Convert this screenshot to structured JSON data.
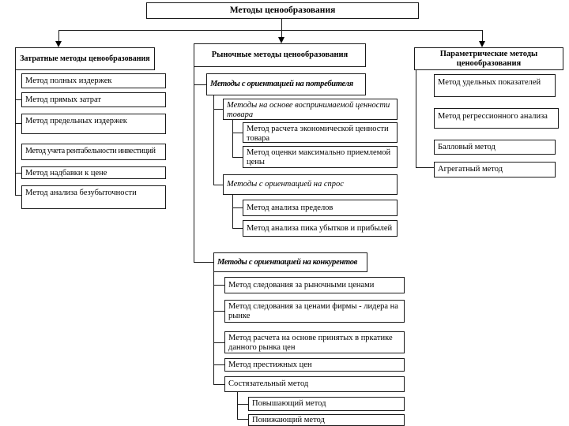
{
  "colors": {
    "border": "#1a1a1a",
    "background": "#ffffff",
    "text": "#000000"
  },
  "root": {
    "label": "Методы ценообразования"
  },
  "cost": {
    "header": "Затратные методы ценообразования",
    "items": [
      "Метод полных издержек",
      "Метод прямых затрат",
      "Метод предельных издержек",
      "Метод учета рентабельности инвестиций",
      "Метод надбавки к цене",
      "Метод анализа безубыточности"
    ]
  },
  "market": {
    "header": "Рыночные методы ценообразования",
    "consumer": {
      "header": "Методы с ориентацией на потребителя",
      "perceived": {
        "header": "Методы на основе воспринимаемой ценности товара",
        "items": [
          "Метод расчета экономической ценности товара",
          "Метод оценки максимально приемлемой цены"
        ]
      },
      "demand": {
        "header": "Методы с ориентацией на спрос",
        "items": [
          "Метод анализа пределов",
          "Метод анализа пика убытков и прибылей"
        ]
      }
    },
    "competitor": {
      "header": "Методы с ориентацией на конкурентов",
      "items": [
        "Метод следования за рыночными ценами",
        "Метод следования за ценами фирмы - лидера на рынке",
        "Метод расчета на основе принятых в пркатике данного рынка цен",
        "Метод престижных цен",
        "Состязательный метод"
      ],
      "tender_items": [
        "Повышающий метод",
        "Понижающий метод"
      ]
    }
  },
  "parametric": {
    "header": "Параметрические методы ценообразования",
    "items": [
      "Метод удельных показателей",
      "Метод регрессионного анализа",
      "Балловый метод",
      "Агрегатный метод"
    ]
  }
}
